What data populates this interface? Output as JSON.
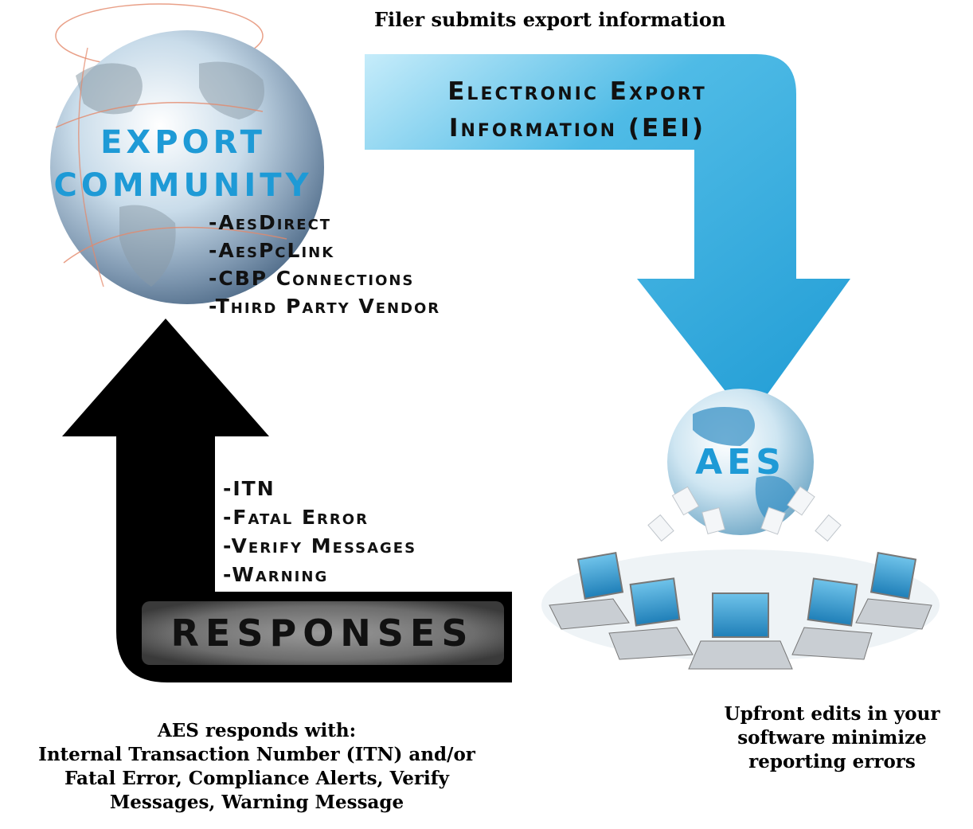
{
  "top_caption": "Filer submits export information",
  "eei_label": [
    "Electronic Export",
    "Information (EEI)"
  ],
  "export_community": {
    "title_line1": "EXPORT",
    "title_line2": "COMMUNITY",
    "filing_methods": [
      "-AesDirect",
      "-AesPcLink",
      "-CBP Connections",
      "-Third Party Vendor"
    ]
  },
  "aes": {
    "label": "AES",
    "caption": [
      "Upfront edits in your",
      "software minimize",
      "reporting errors"
    ]
  },
  "responses": {
    "label": "RESPONSES",
    "items": [
      "-ITN",
      "-Fatal Error",
      "-Verify Messages",
      "-Warning"
    ]
  },
  "bottom_caption": [
    "AES responds with:",
    "Internal Transaction Number (ITN) and/or",
    "Fatal Error, Compliance Alerts, Verify",
    "Messages, Warning Message"
  ],
  "colors": {
    "eei_arrow": "#29a6dc",
    "eei_arrow_light": "#9fd8f2",
    "response_arrow": "#000000",
    "accent_text": "#1e9ad6"
  }
}
